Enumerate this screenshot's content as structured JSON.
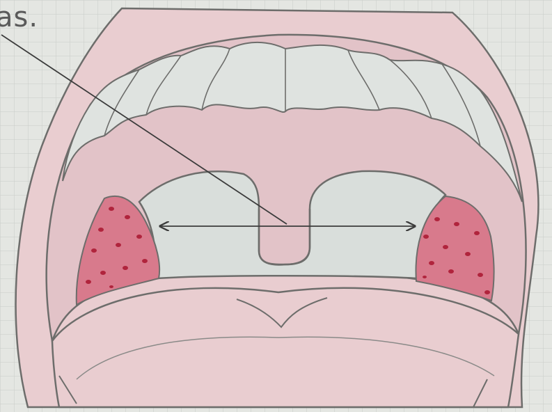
{
  "caption": {
    "text": "as."
  },
  "colors": {
    "paper": "#e4e6e2",
    "grid_line": "#c9ccc8",
    "pencil": "#6d6d6b",
    "mouth_pink": "#e9cdd0",
    "cavity": "#d9dedb",
    "tonsil_fill": "#d87a8c",
    "tonsil_spots": "#b0243c",
    "arrow_line": "#3b3b3b"
  },
  "icons": {
    "left_tonsil": "tonsil-left-shape",
    "right_tonsil": "tonsil-right-shape",
    "uvula": "uvula-shape",
    "teeth": "upper-teeth-row",
    "tongue": "tongue-shape",
    "pointer": "pointer-line",
    "width_arrow": "double-headed-arrow"
  }
}
